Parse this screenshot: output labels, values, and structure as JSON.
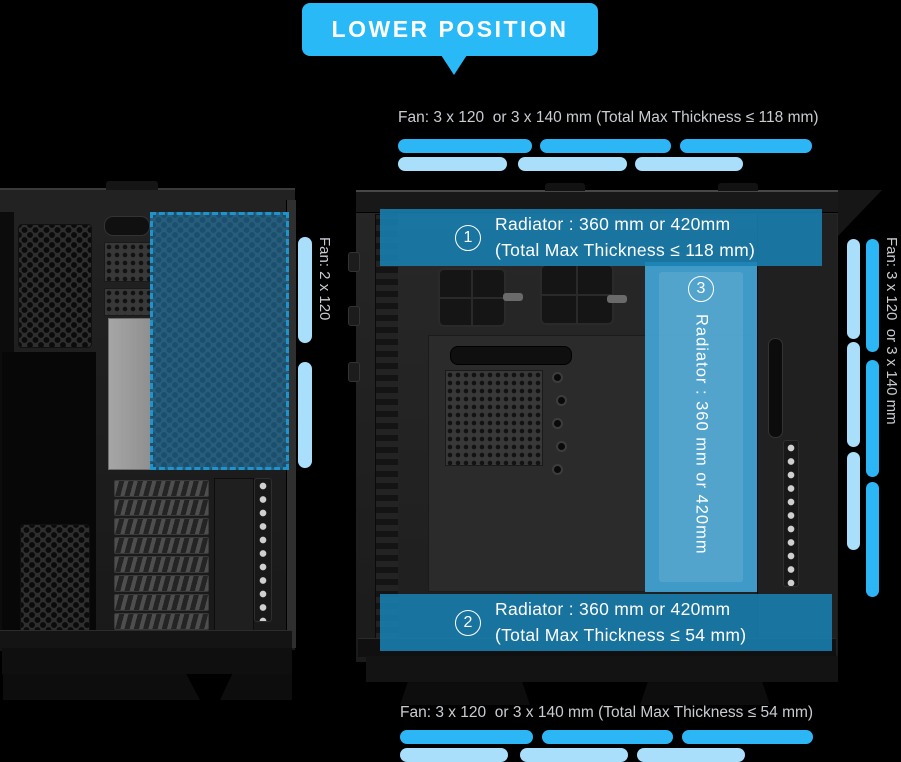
{
  "banner": {
    "label": "LOWER POSITION"
  },
  "annotations": {
    "top_fan": "Fan: 3 x 120  or 3 x 140 mm (Total Max Thickness ≤ 118 mm)",
    "bottom_fan": "Fan: 3 x 120  or 3 x 140 mm (Total Max Thickness ≤ 54 mm)",
    "left_fan": "Fan: 2 x 120",
    "right_fan": "Fan: 3 x 120  or 3 x 140 mm"
  },
  "radiators": {
    "top": {
      "number": "1",
      "line1": "Radiator : 360 mm or 420mm",
      "line2": "(Total Max Thickness ≤ 118 mm)"
    },
    "bottom": {
      "number": "2",
      "line1": "Radiator : 360 mm or 420mm",
      "line2": "(Total Max Thickness ≤ 54 mm)"
    },
    "side": {
      "number": "3",
      "label": "Radiator : 360 mm or 420mm"
    }
  },
  "colors": {
    "accent_bright": "#29B9F7",
    "bar_dark": "#2DB6F6",
    "bar_light": "#A9DFFB",
    "overlay_band": "#197FB2",
    "side_band": "#42A2D2"
  }
}
